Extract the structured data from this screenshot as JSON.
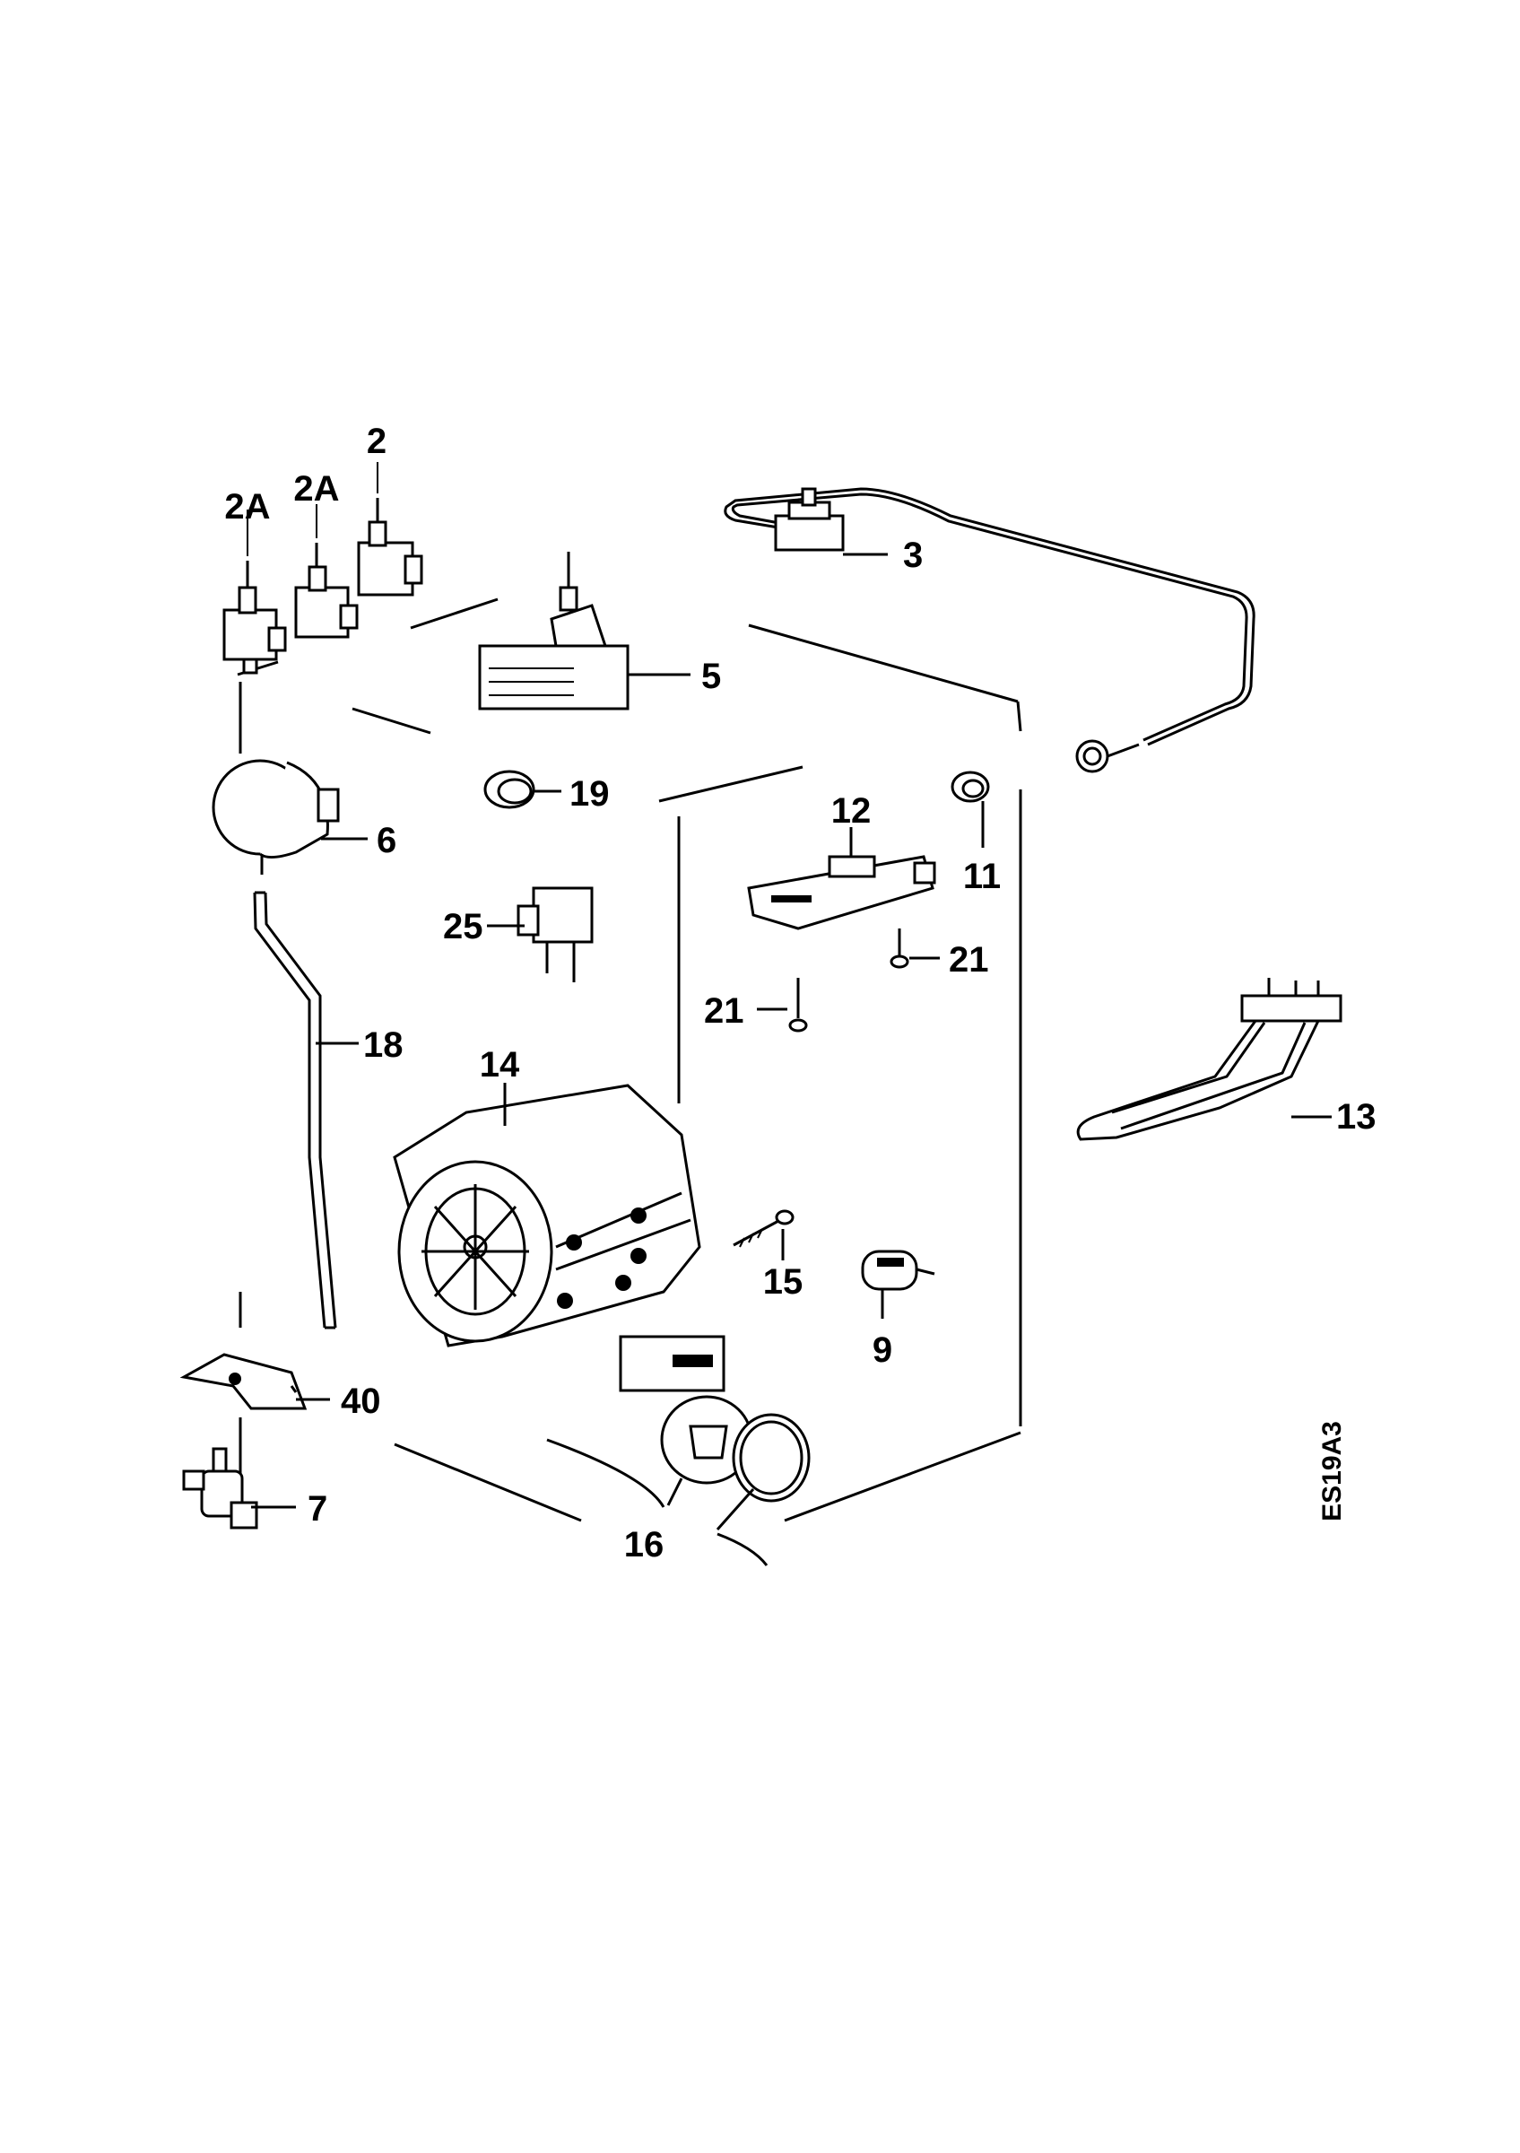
{
  "diagram": {
    "drawing_code": "ES19A3",
    "labels": {
      "p2": "2",
      "p2a_left": "2A",
      "p2a_right": "2A",
      "p3": "3",
      "p5": "5",
      "p6": "6",
      "p7": "7",
      "p9": "9",
      "p11": "11",
      "p12": "12",
      "p13": "13",
      "p14": "14",
      "p15": "15",
      "p16": "16",
      "p18": "18",
      "p19": "19",
      "p21_upper": "21",
      "p21_lower": "21",
      "p25": "25",
      "p40": "40"
    }
  }
}
